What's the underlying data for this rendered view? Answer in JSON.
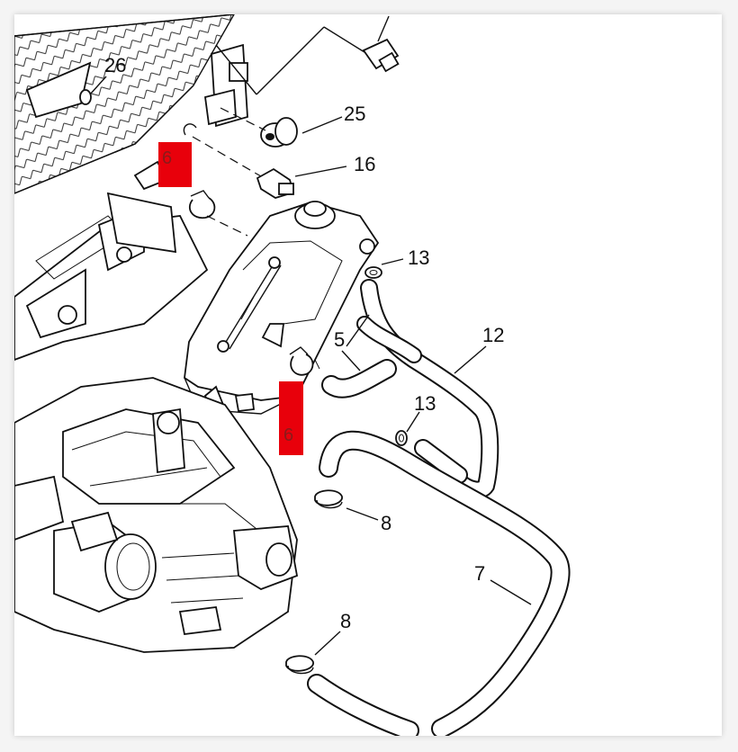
{
  "diagram": {
    "callouts": [
      {
        "id": "26",
        "label": "26"
      },
      {
        "id": "25",
        "label": "25"
      },
      {
        "id": "16",
        "label": "16"
      },
      {
        "id": "13a",
        "label": "13"
      },
      {
        "id": "12",
        "label": "12"
      },
      {
        "id": "5",
        "label": "5"
      },
      {
        "id": "13b",
        "label": "13"
      },
      {
        "id": "8a",
        "label": "8"
      },
      {
        "id": "7",
        "label": "7"
      },
      {
        "id": "8b",
        "label": "8"
      }
    ],
    "highlights": [
      {
        "id": "h1",
        "label": "6",
        "color": "#e8000b"
      },
      {
        "id": "h2",
        "label": "6",
        "color": "#e8000b"
      }
    ]
  }
}
